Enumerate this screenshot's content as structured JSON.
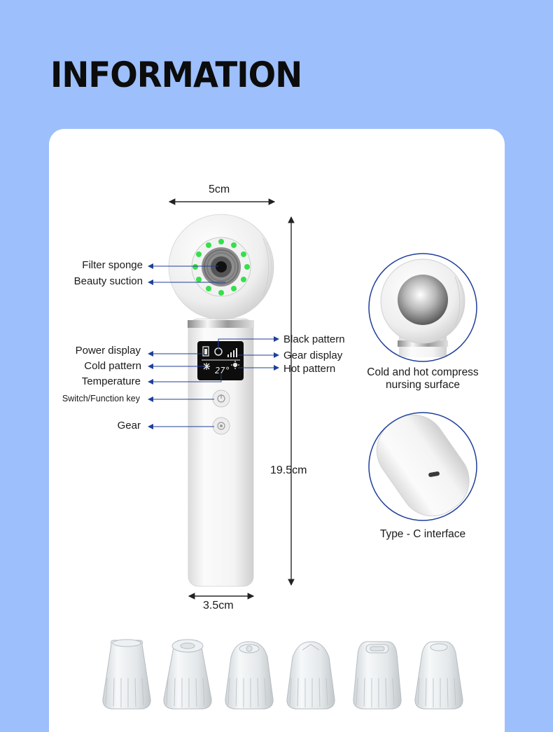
{
  "title": "INFORMATION",
  "dimensions": {
    "head_width": "5cm",
    "height": "19.5cm",
    "handle_width": "3.5cm"
  },
  "left_labels": {
    "filter_sponge": "Filter sponge",
    "beauty_suction": "Beauty suction",
    "power_display": "Power display",
    "cold_pattern": "Cold pattern",
    "temperature": "Temperature",
    "switch_key": "Switch/Function key",
    "gear": "Gear"
  },
  "right_labels": {
    "black_pattern": "Black pattern",
    "gear_display": "Gear display",
    "hot_pattern": "Hot pattern"
  },
  "screen": {
    "temperature_readout": "27°"
  },
  "insets": {
    "compress_caption_line1": "Cold and hot compress",
    "compress_caption_line2": "nursing surface",
    "typec_caption": "Type - C interface"
  },
  "colors": {
    "background": "#9dbffc",
    "arrow": "#1f3f9a",
    "led": "#35e04a",
    "inset_border": "#1f3f9a"
  }
}
